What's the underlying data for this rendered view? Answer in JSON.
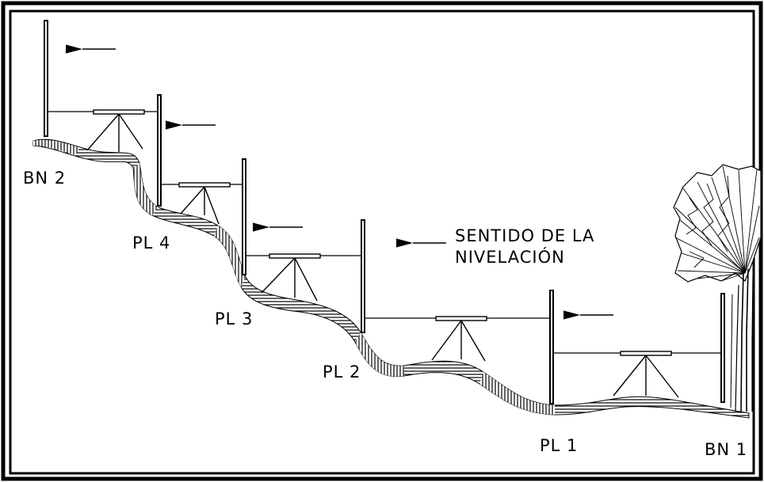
{
  "labels": {
    "bn2": "BN 2",
    "pl4": "PL 4",
    "pl3": "PL 3",
    "pl2": "PL 2",
    "pl1": "PL 1",
    "bn1": "BN 1",
    "direction_line1": "SENTIDO DE LA",
    "direction_line2": "NIVELACIÓN"
  },
  "colors": {
    "ink": "#000000",
    "background": "#ffffff"
  },
  "icons": {
    "direction_arrow": "left-arrow-icon",
    "vegetation": "tree-icon"
  }
}
